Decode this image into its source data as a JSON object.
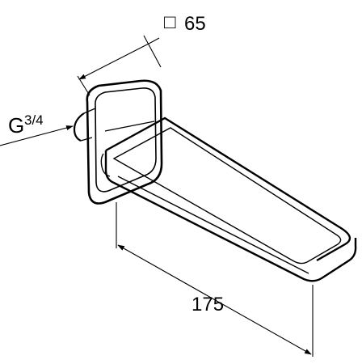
{
  "dimensions": {
    "square_symbol": "□",
    "width_value": "65",
    "length_value": "175",
    "thread_base": "G",
    "thread_fraction": "3/4"
  },
  "colors": {
    "line": "#000000",
    "background": "#ffffff"
  }
}
